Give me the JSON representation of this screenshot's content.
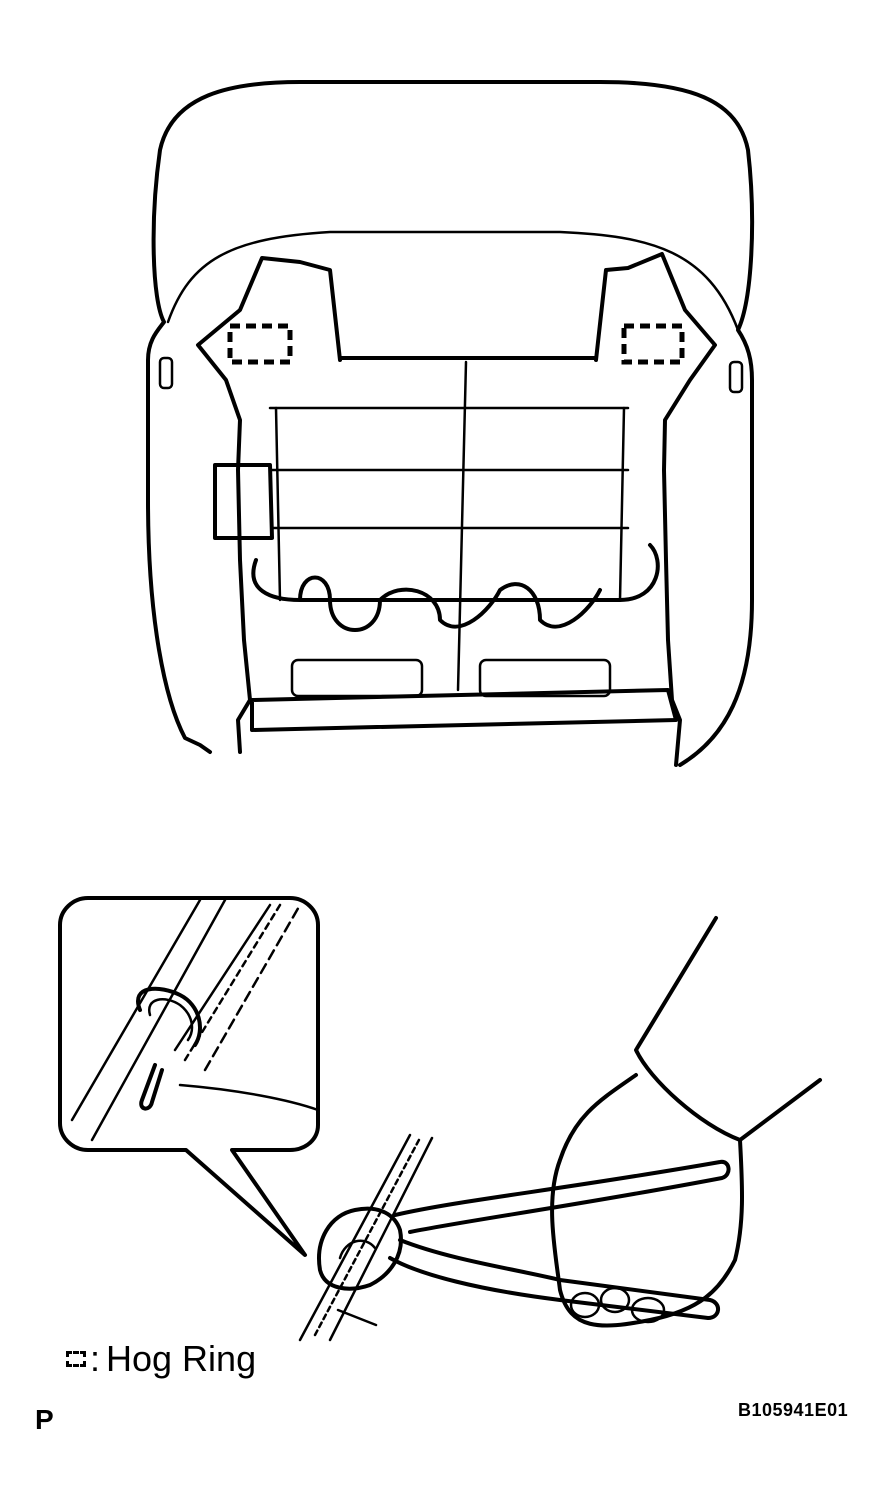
{
  "legend": {
    "separator": ":",
    "label": "Hog Ring"
  },
  "page_code": "P",
  "figure_id": "B105941E01"
}
